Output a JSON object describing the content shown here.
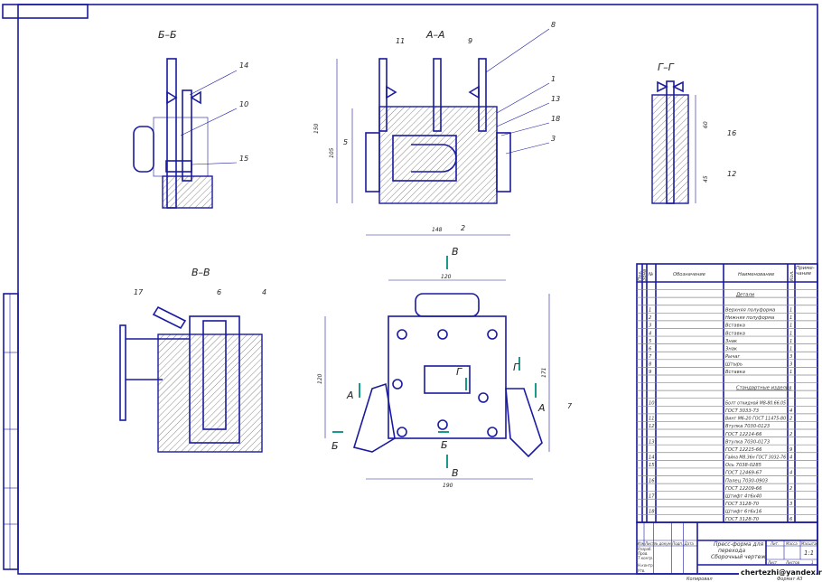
{
  "views": {
    "bb": "Б–Б",
    "aa": "А–А",
    "gg": "Г–Г",
    "vv": "В–В"
  },
  "leaders": {
    "bb": [
      "14",
      "10",
      "15"
    ],
    "aa": [
      "11",
      "9",
      "8",
      "1",
      "13",
      "18",
      "3",
      "5",
      "2"
    ],
    "gg": [
      "16",
      "12"
    ],
    "vv": [
      "17",
      "6",
      "4"
    ],
    "plan": [
      "7"
    ]
  },
  "dimensions": {
    "aa": [
      "150",
      "105",
      "148"
    ],
    "gg": [
      "60",
      "45"
    ],
    "plan": [
      "120",
      "171",
      "120",
      "190"
    ]
  },
  "section_marks": {
    "a": "А",
    "b": "Б",
    "v": "В",
    "g": "Г"
  },
  "spec": {
    "headers": [
      "Поз.",
      "Зона",
      "№",
      "Обозначение",
      "Наименование",
      "Кол.",
      "Приме-чание"
    ],
    "rows": [
      {
        "n": "",
        "name": ""
      },
      {
        "n": "",
        "name": "Детали",
        "section": true
      },
      {
        "n": "",
        "name": ""
      },
      {
        "n": "1",
        "name": "Верхняя полуформа",
        "q": "1"
      },
      {
        "n": "2",
        "name": "Нижняя полуформа",
        "q": "1"
      },
      {
        "n": "3",
        "name": "Вставка",
        "q": "1"
      },
      {
        "n": "4",
        "name": "Вставка",
        "q": "1"
      },
      {
        "n": "5",
        "name": "Знак",
        "q": "1"
      },
      {
        "n": "6",
        "name": "Знак",
        "q": "1"
      },
      {
        "n": "7",
        "name": "Рычаг",
        "q": "3"
      },
      {
        "n": "8",
        "name": "Штырь",
        "q": "3"
      },
      {
        "n": "9",
        "name": "Вставка",
        "q": "1"
      },
      {
        "n": "",
        "name": ""
      },
      {
        "n": "",
        "name": "Стандартные изделия",
        "section": true
      },
      {
        "n": "",
        "name": ""
      },
      {
        "n": "10",
        "name": "Болт откидной М8-80.66.05",
        "q": ""
      },
      {
        "n": "",
        "name": "ГОСТ 3033-73",
        "q": "4"
      },
      {
        "n": "11",
        "name": "Винт М6-20 ГОСТ 11475-80",
        "q": "2"
      },
      {
        "n": "12",
        "name": "Втулка 7030-0123",
        "q": ""
      },
      {
        "n": "",
        "name": "ГОСТ 12214-66",
        "q": "2"
      },
      {
        "n": "13",
        "name": "Втулка 7030-0173",
        "q": ""
      },
      {
        "n": "",
        "name": "ГОСТ 12215-66",
        "q": "9"
      },
      {
        "n": "14",
        "name": "Гайка М8.36н ГОСТ 3032-76",
        "q": "4"
      },
      {
        "n": "15",
        "name": "Ось 7038-0285",
        "q": ""
      },
      {
        "n": "",
        "name": "ГОСТ 12469-67",
        "q": "4"
      },
      {
        "n": "16",
        "name": "Палец 7030-0903",
        "q": ""
      },
      {
        "n": "",
        "name": "ГОСТ 12209-66",
        "q": "2"
      },
      {
        "n": "17",
        "name": "Штифт 4т6х40",
        "q": ""
      },
      {
        "n": "",
        "name": "ГОСТ 3128-70",
        "q": "3"
      },
      {
        "n": "18",
        "name": "Штифт 6т6х16",
        "q": ""
      },
      {
        "n": "",
        "name": "ГОСТ 3128-70",
        "q": "6"
      }
    ]
  },
  "title_block": {
    "title_lines": [
      "Пресс-форма для",
      "перехода",
      "Сборочный чертеж"
    ],
    "col_labels": [
      "Изм",
      "Лист",
      "№ докум.",
      "Подп.",
      "Дата"
    ],
    "row_labels": [
      "Разраб.",
      "Пров.",
      "Т.контр.",
      "Н.контр.",
      "Утв."
    ],
    "lit": "Лит.",
    "mass": "Масса",
    "scale": "Масштаб",
    "scale_value": "1:1",
    "sheet": "Лист",
    "sheets": "Листов",
    "sheets_value": "1"
  },
  "footer": {
    "copied": "Копировал",
    "format": "Формат А3",
    "watermark": "chertezhi@yandex.ru"
  }
}
